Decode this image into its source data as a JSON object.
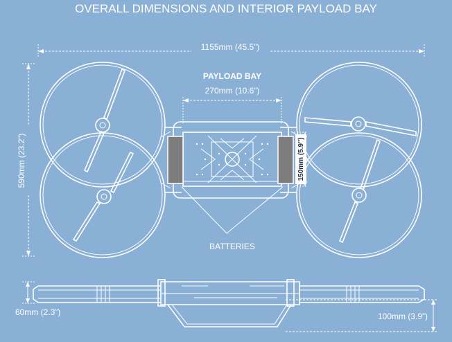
{
  "title": "OVERALL DIMENSIONS AND INTERIOR PAYLOAD BAY",
  "dimensions": {
    "overall_width": "1155mm (45.5”)",
    "overall_depth": "590mm (23.2”)",
    "payload_width": "270mm (10.6”)",
    "payload_depth": "150mm (5.9”)",
    "height": "60mm (2.3”)",
    "payload_height": "100mm (3.9”)"
  },
  "labels": {
    "payload_bay": "PAYLOAD BAY",
    "batteries": "BATTERIES"
  },
  "colors": {
    "background": "#8ab0d6",
    "line": "#ffffff",
    "battery": "#7d7d7d"
  }
}
